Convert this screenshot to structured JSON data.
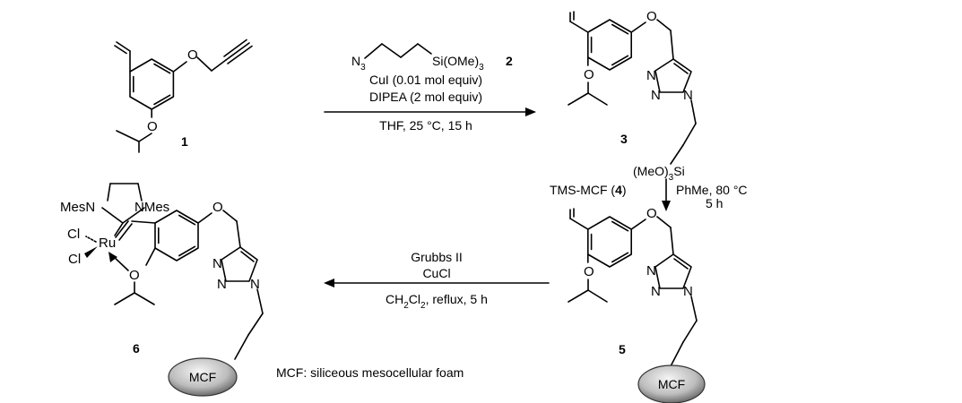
{
  "compounds": {
    "c1": "1",
    "c3": "3",
    "c5": "5",
    "c6": "6"
  },
  "atoms": {
    "O": "O",
    "N": "N",
    "Si_reagent": "Si(OMe)",
    "Si_reagent_sub": "3",
    "N3_main": "N",
    "N3_sub": "3",
    "MeO3Si_a": "(MeO)",
    "MeO3Si_sub": "3",
    "MeO3Si_b": "Si",
    "Ru": "Ru",
    "Cl": "Cl",
    "MesN_left": "MesN",
    "NMes_right": "NMes",
    "MCF": "MCF"
  },
  "step1": {
    "reagent_compound": "2",
    "line2": "CuI (0.01 mol equiv)",
    "line3": "DIPEA (2 mol equiv)",
    "conditions": "THF, 25 °C, 15 h"
  },
  "step2": {
    "left": "TMS-MCF (",
    "left_num": "4",
    "left_end": ")",
    "right1": "PhMe, 80 °C",
    "right2": "5 h"
  },
  "step3": {
    "line1": "Grubbs II",
    "line2": "CuCl",
    "cond_a": "CH",
    "cond_sub1": "2",
    "cond_b": "Cl",
    "cond_sub2": "2",
    "cond_c": ", reflux, 5 h"
  },
  "legend": "MCF: siliceous mesocellular foam",
  "colors": {
    "bead_dark": "#555555",
    "bead_light": "#f2f2f2"
  }
}
